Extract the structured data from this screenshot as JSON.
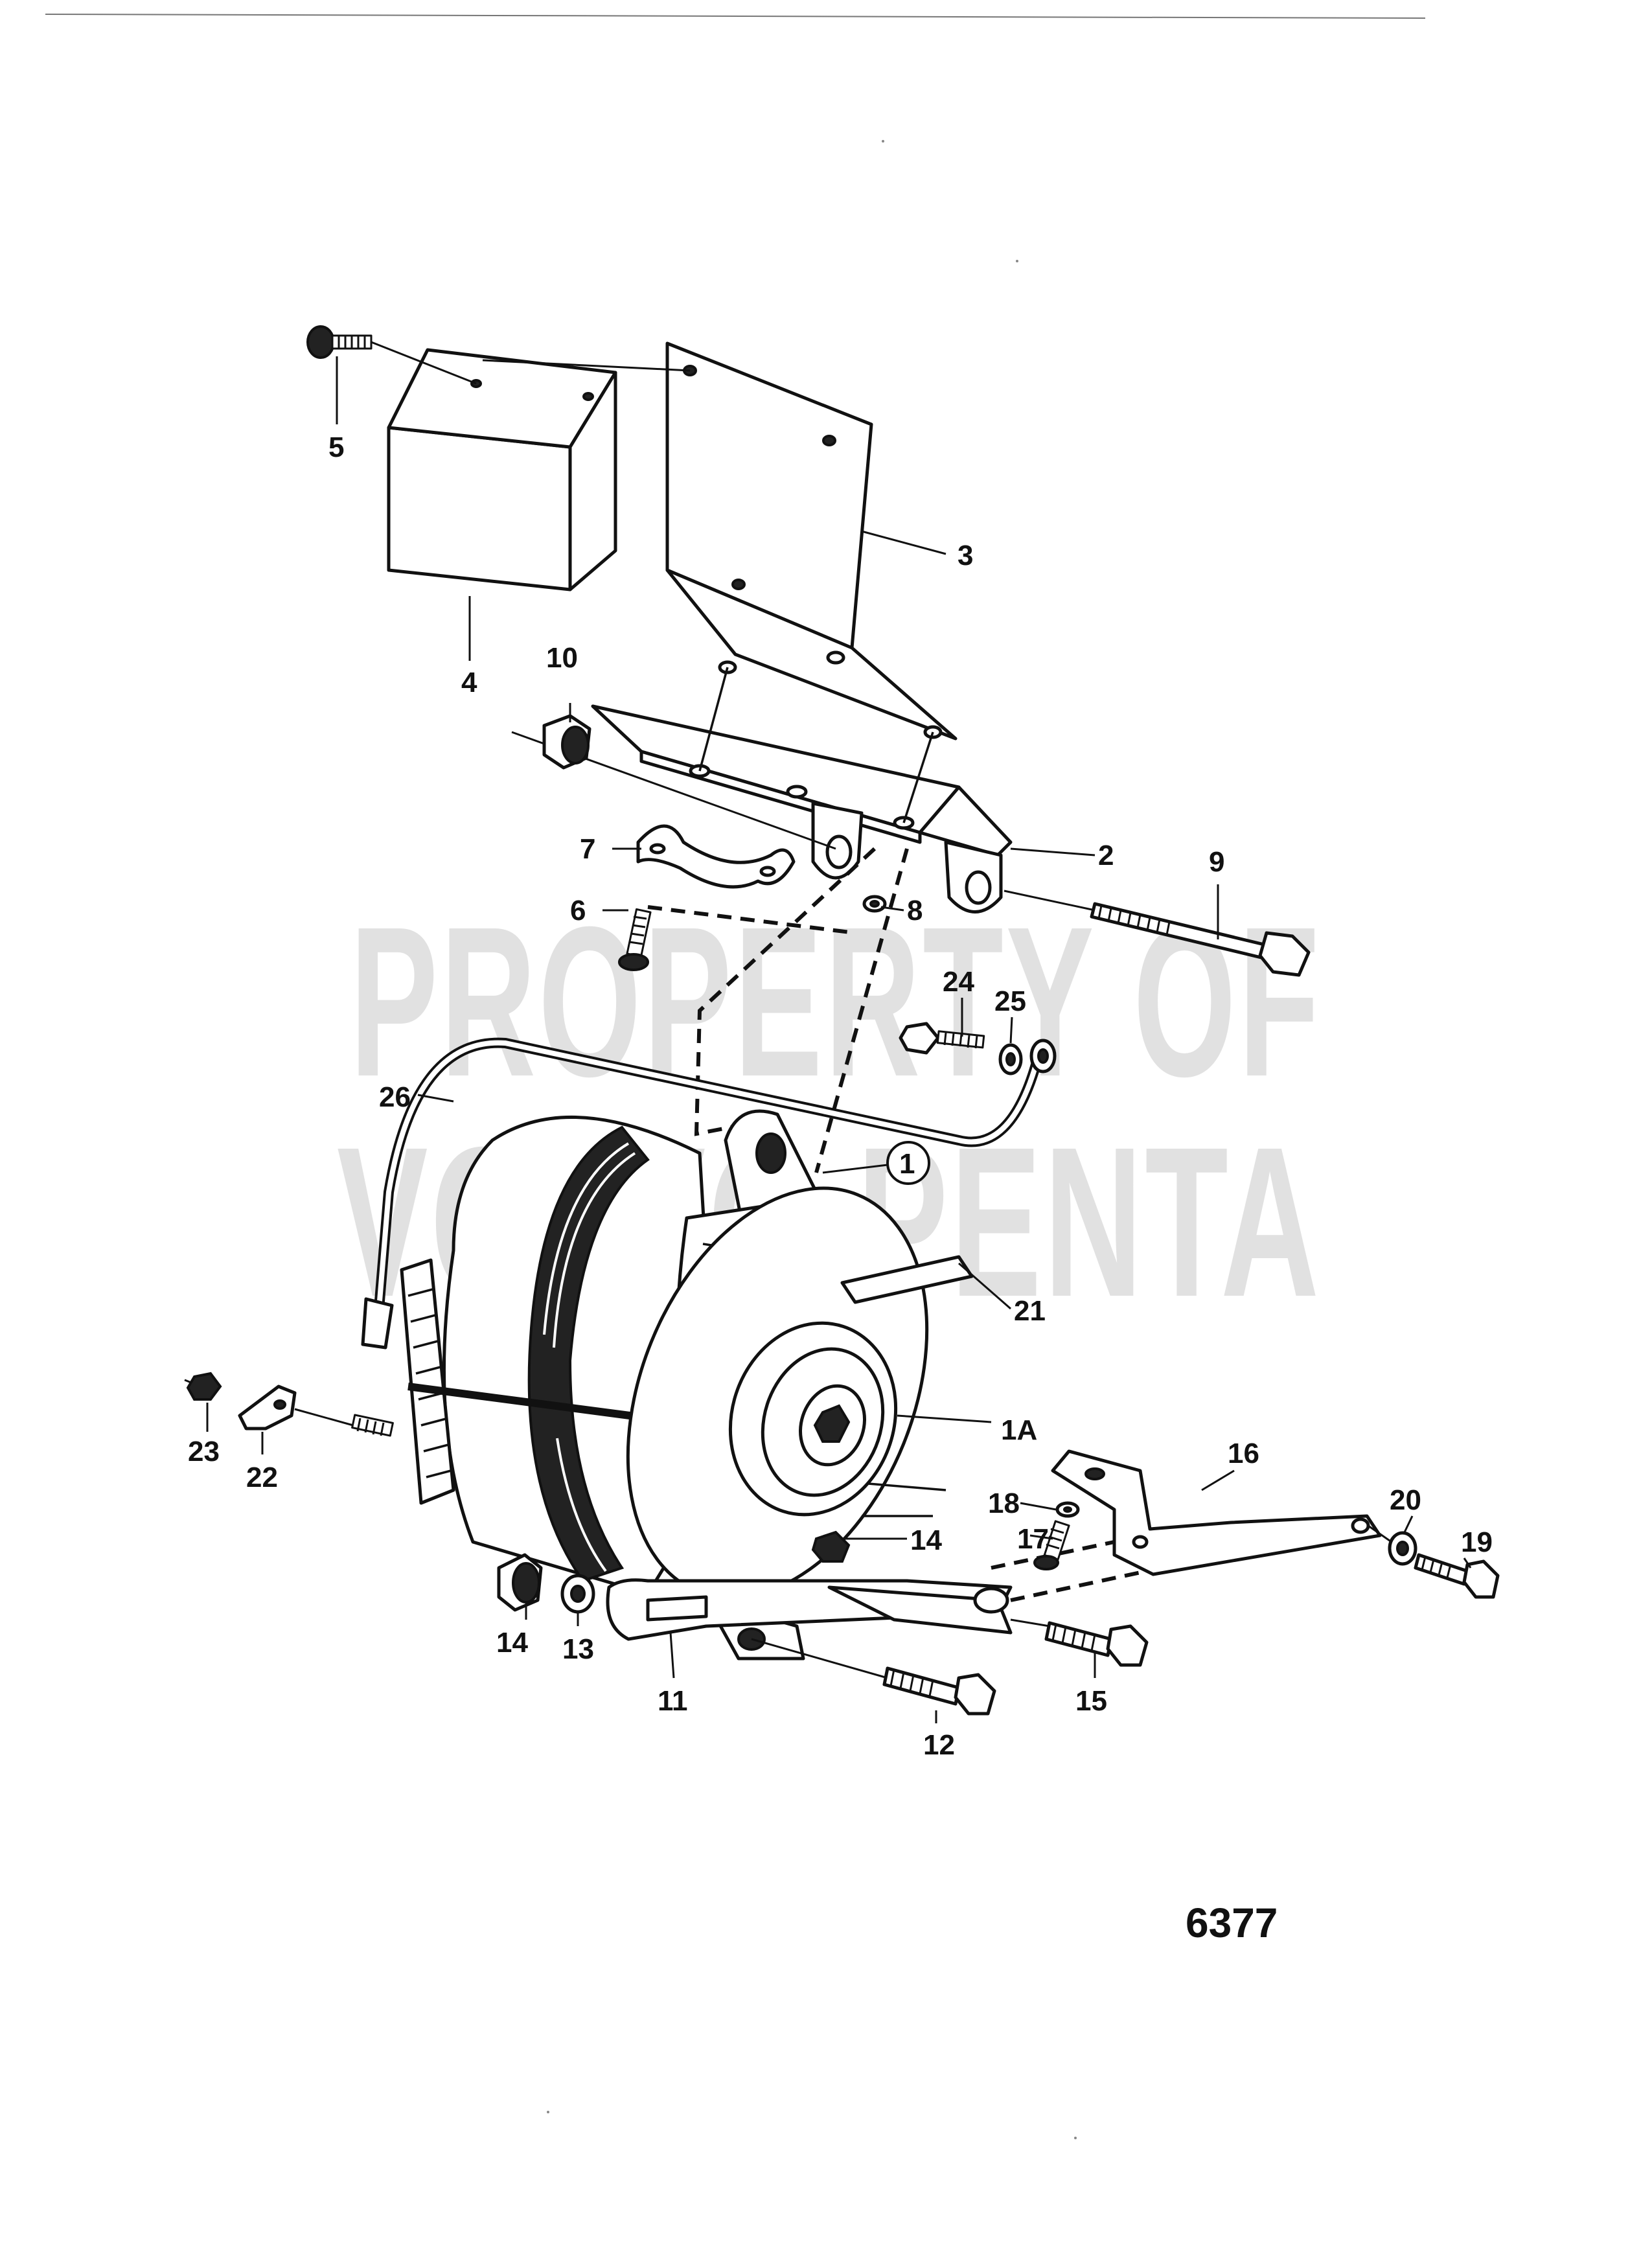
{
  "watermark": {
    "line1": "PROPERTY OF",
    "line2": "VOLVO PENTA"
  },
  "figure_number": "6377",
  "part_callouts": [
    {
      "id": "p1",
      "label": "1"
    },
    {
      "id": "p1a",
      "label": "1A"
    },
    {
      "id": "p2",
      "label": "2"
    },
    {
      "id": "p3",
      "label": "3"
    },
    {
      "id": "p4",
      "label": "4"
    },
    {
      "id": "p5",
      "label": "5"
    },
    {
      "id": "p6",
      "label": "6"
    },
    {
      "id": "p7",
      "label": "7"
    },
    {
      "id": "p8",
      "label": "8"
    },
    {
      "id": "p9",
      "label": "9"
    },
    {
      "id": "p10",
      "label": "10"
    },
    {
      "id": "p11",
      "label": "11"
    },
    {
      "id": "p12",
      "label": "12"
    },
    {
      "id": "p13",
      "label": "13"
    },
    {
      "id": "p14a",
      "label": "14"
    },
    {
      "id": "p14b",
      "label": "14"
    },
    {
      "id": "p15",
      "label": "15"
    },
    {
      "id": "p16",
      "label": "16"
    },
    {
      "id": "p17",
      "label": "17"
    },
    {
      "id": "p18",
      "label": "18"
    },
    {
      "id": "p19",
      "label": "19"
    },
    {
      "id": "p20",
      "label": "20"
    },
    {
      "id": "p21",
      "label": "21"
    },
    {
      "id": "p22",
      "label": "22"
    },
    {
      "id": "p23",
      "label": "23"
    },
    {
      "id": "p24",
      "label": "24"
    },
    {
      "id": "p25",
      "label": "25"
    },
    {
      "id": "p26",
      "label": "26"
    }
  ]
}
